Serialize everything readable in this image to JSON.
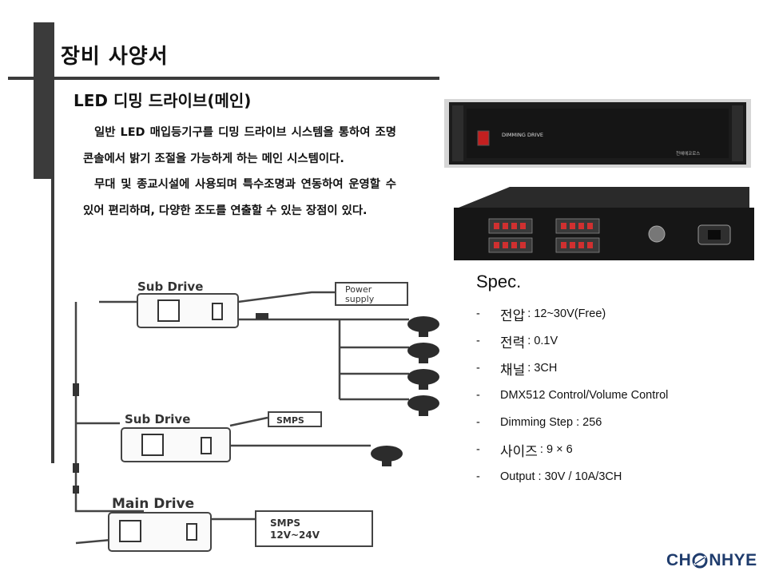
{
  "header": {
    "title": "장비 사양서"
  },
  "section": {
    "subtitle": "LED 디밍 드라이브(메인)"
  },
  "description": {
    "p1": "일반 LED 매입등기구를 디밍 드라이브 시스템을 통하여 조명 콘솔에서 밝기 조절을 가능하게 하는 메인 시스템이다.",
    "p2": "무대 및 종교시설에 사용되며 특수조명과 연동하여 운영할 수 있어 편리하며, 다양한 조도를 연출할 수 있는 장점이 있다."
  },
  "product_photos": {
    "front_label": "DIMMING DRIVE",
    "front_maker": "천혜에코로스"
  },
  "spec": {
    "title": "Spec.",
    "items": [
      {
        "dash": "-",
        "key": "전압",
        "value": ": 12~30V(Free)"
      },
      {
        "dash": "-",
        "key": "전력",
        "value": ": 0.1V"
      },
      {
        "dash": "-",
        "key": "채널",
        "value": ":  3CH"
      },
      {
        "dash": "-",
        "key": "",
        "value": "DMX512 Control/Volume Control"
      },
      {
        "dash": "-",
        "key": "",
        "value": "Dimming Step : 256"
      },
      {
        "dash": "-",
        "key": "사이즈",
        "value": ": 9 × 6"
      },
      {
        "dash": "-",
        "key": "",
        "value": "Output : 30V / 10A/3CH"
      }
    ]
  },
  "diagram": {
    "sub_drive_1": "Sub Drive",
    "sub_drive_2": "Sub Drive",
    "main_drive": "Main Drive",
    "power_supply_1": "Power",
    "power_supply_2": "supply",
    "smps_1": "SMPS",
    "smps_2_line1": "SMPS",
    "smps_2_line2": "12V~24V"
  },
  "logo": {
    "left": "CH",
    "right": "NHYE",
    "accent": "#1f3c6d"
  }
}
